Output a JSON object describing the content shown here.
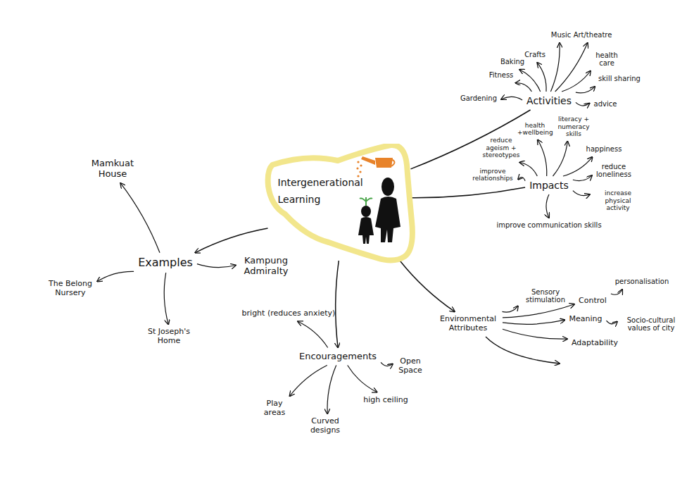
{
  "diagram": {
    "nodes": [
      {
        "text": [
          "Intergenerational Learning"
        ]
      },
      {
        "text": [
          "Activities"
        ]
      },
      {
        "text": [
          "Gardening"
        ]
      },
      {
        "text": [
          "Fitness"
        ]
      },
      {
        "text": [
          "Baking"
        ]
      },
      {
        "text": [
          "Crafts"
        ]
      },
      {
        "text": [
          "Music"
        ]
      },
      {
        "text": [
          "Art/theatre"
        ]
      },
      {
        "text": [
          "health care"
        ]
      },
      {
        "text": [
          "skill sharing"
        ]
      },
      {
        "text": [
          "advice"
        ]
      },
      {
        "text": [
          "Impacts"
        ]
      },
      {
        "text": [
          "reduce ageism + stereotypes"
        ]
      },
      {
        "text": [
          "health +wellbeing"
        ]
      },
      {
        "text": [
          "literacy + numeracy skills"
        ]
      },
      {
        "text": [
          "happiness"
        ]
      },
      {
        "text": [
          "reduce loneliness"
        ]
      },
      {
        "text": [
          "increase physical activity"
        ]
      },
      {
        "text": [
          "improve communication skills"
        ]
      },
      {
        "text": [
          "improve relationships"
        ]
      },
      {
        "text": [
          "Examples"
        ]
      },
      {
        "text": [
          "Mamkuat House"
        ]
      },
      {
        "text": [
          "Kampung Admiralty"
        ]
      },
      {
        "text": [
          "The Belong Nursery"
        ]
      },
      {
        "text": [
          "St Joseph's Home"
        ]
      },
      {
        "text": [
          "Encouragements"
        ]
      },
      {
        "text": [
          "bright (reduces anxiety)"
        ]
      },
      {
        "text": [
          "Open Space"
        ]
      },
      {
        "text": [
          "high ceiling"
        ]
      },
      {
        "text": [
          "Curved designs"
        ]
      },
      {
        "text": [
          "Play areas"
        ]
      },
      {
        "text": [
          "Environmental Attributes"
        ]
      },
      {
        "text": [
          "Sensory stimulation"
        ]
      },
      {
        "text": [
          "Control"
        ]
      },
      {
        "text": [
          "personalisation"
        ]
      },
      {
        "text": [
          "Meaning"
        ]
      },
      {
        "text": [
          "Socio-cultural values of city"
        ]
      },
      {
        "text": [
          "Adaptability"
        ]
      }
    ],
    "edges": [
      {
        "from": 0,
        "to": 1,
        "arrow": "none"
      },
      {
        "from": 1,
        "to": 2,
        "arrow": "to"
      },
      {
        "from": 1,
        "to": 3,
        "arrow": "to"
      },
      {
        "from": 1,
        "to": 4,
        "arrow": "to"
      },
      {
        "from": 1,
        "to": 5,
        "arrow": "to"
      },
      {
        "from": 1,
        "to": 6,
        "arrow": "to"
      },
      {
        "from": 1,
        "to": 7,
        "arrow": "to"
      },
      {
        "from": 1,
        "to": 8,
        "arrow": "to"
      },
      {
        "from": 1,
        "to": 9,
        "arrow": "to"
      },
      {
        "from": 1,
        "to": 10,
        "arrow": "to"
      },
      {
        "from": 0,
        "to": 11,
        "arrow": "none"
      },
      {
        "from": 11,
        "to": 12,
        "arrow": "to"
      },
      {
        "from": 11,
        "to": 13,
        "arrow": "to"
      },
      {
        "from": 11,
        "to": 14,
        "arrow": "to"
      },
      {
        "from": 11,
        "to": 15,
        "arrow": "to"
      },
      {
        "from": 11,
        "to": 16,
        "arrow": "to"
      },
      {
        "from": 11,
        "to": 17,
        "arrow": "to"
      },
      {
        "from": 11,
        "to": 18,
        "arrow": "to"
      },
      {
        "from": 11,
        "to": 19,
        "arrow": "to"
      },
      {
        "from": 0,
        "to": 20,
        "arrow": "to"
      },
      {
        "from": 20,
        "to": 21,
        "arrow": "to"
      },
      {
        "from": 20,
        "to": 22,
        "arrow": "to"
      },
      {
        "from": 20,
        "to": 23,
        "arrow": "to"
      },
      {
        "from": 20,
        "to": 24,
        "arrow": "to"
      },
      {
        "from": 0,
        "to": 25,
        "arrow": "to"
      },
      {
        "from": 25,
        "to": 26,
        "arrow": "to"
      },
      {
        "from": 25,
        "to": 27,
        "arrow": "to"
      },
      {
        "from": 25,
        "to": 28,
        "arrow": "to"
      },
      {
        "from": 25,
        "to": 29,
        "arrow": "to"
      },
      {
        "from": 25,
        "to": 30,
        "arrow": "to"
      },
      {
        "from": 0,
        "to": 31,
        "arrow": "to"
      },
      {
        "from": 31,
        "to": 32,
        "arrow": "to"
      },
      {
        "from": 31,
        "to": 33,
        "arrow": "to"
      },
      {
        "from": 33,
        "to": 34,
        "arrow": "to"
      },
      {
        "from": 31,
        "to": 35,
        "arrow": "to"
      },
      {
        "from": 35,
        "to": 36,
        "arrow": "to"
      },
      {
        "from": 31,
        "to": 37,
        "arrow": "to"
      }
    ]
  }
}
